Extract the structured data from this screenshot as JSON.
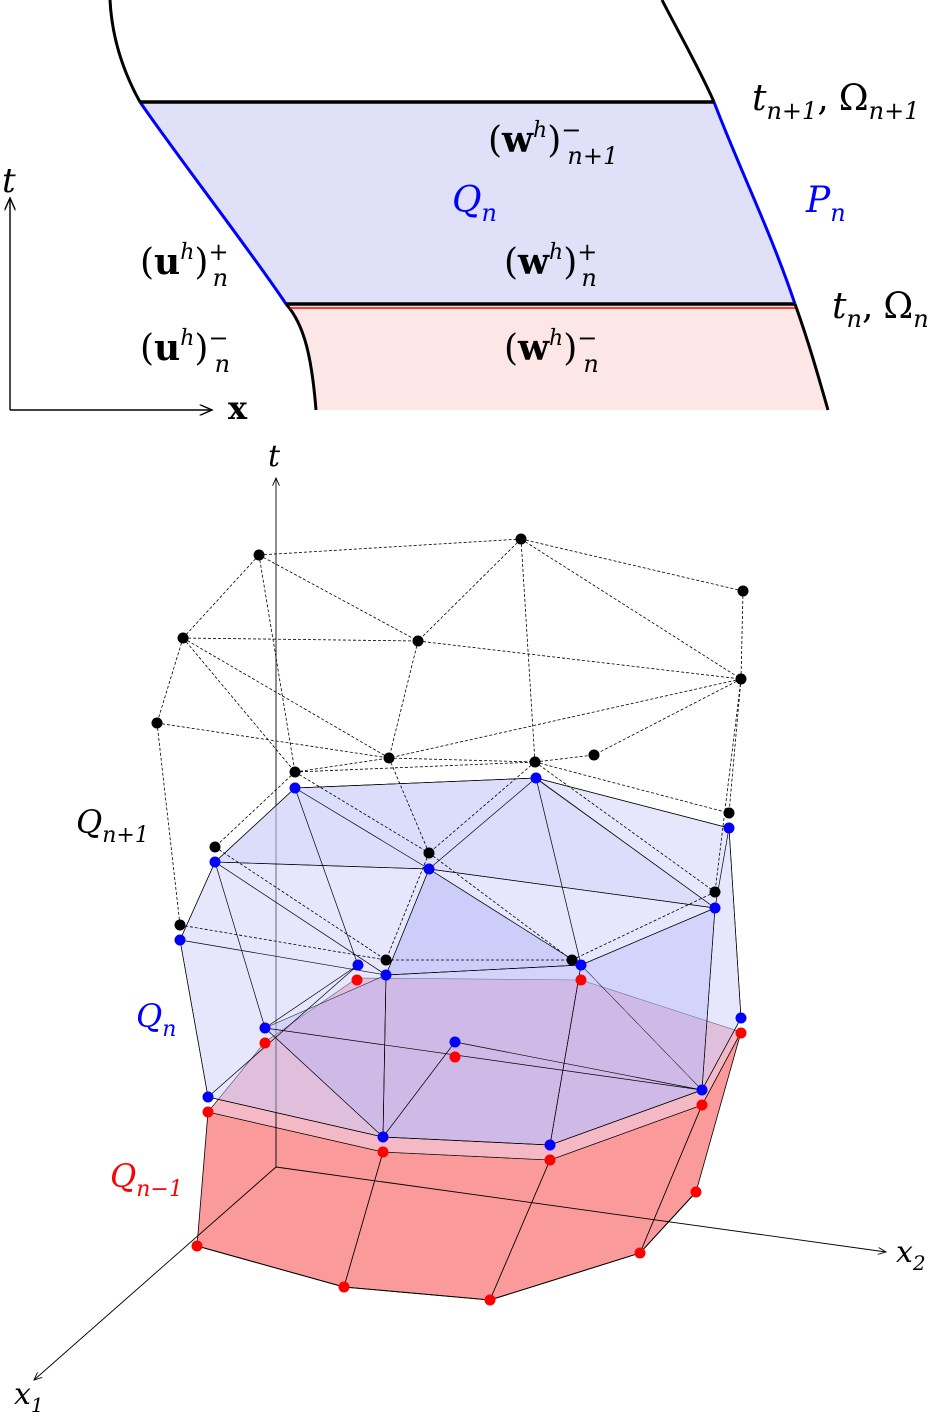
{
  "top_diagram": {
    "axis_t": "t",
    "axis_x": "x",
    "slab_label": "Q",
    "slab_sub": "n",
    "boundary_label": "P",
    "boundary_sub": "n",
    "level_upper": {
      "t": "t",
      "t_sub": "n+1",
      "sep": ",",
      "omega": "Ω",
      "omega_sub": "n+1"
    },
    "level_lower": {
      "t": "t",
      "t_sub": "n",
      "sep": ",",
      "omega": "Ω",
      "omega_sub": "n"
    },
    "w_top": {
      "open": "(",
      "sym": "w",
      "sup": "h",
      "close": ")",
      "sub": "n+1",
      "sign": "−"
    },
    "w_plus": {
      "open": "(",
      "sym": "w",
      "sup": "h",
      "close": ")",
      "sub": "n",
      "sign": "+"
    },
    "w_minus": {
      "open": "(",
      "sym": "w",
      "sup": "h",
      "close": ")",
      "sub": "n",
      "sign": "−"
    },
    "u_plus": {
      "open": "(",
      "sym": "u",
      "sup": "h",
      "close": ")",
      "sub": "n",
      "sign": "+"
    },
    "u_minus": {
      "open": "(",
      "sym": "u",
      "sup": "h",
      "close": ")",
      "sub": "n",
      "sign": "−"
    },
    "colors": {
      "upper_fill": "#e0e0f8",
      "lower_fill": "#fde6e6",
      "blue": "#0000ff",
      "red": "#ff0000",
      "black": "#000000"
    }
  },
  "bottom_diagram": {
    "axis_t": "t",
    "axis_x1": {
      "sym": "x",
      "sub": "1"
    },
    "axis_x2": {
      "sym": "x",
      "sub": "2"
    },
    "label_next": {
      "sym": "Q",
      "sub": "n+1"
    },
    "label_cur": {
      "sym": "Q",
      "sub": "n"
    },
    "label_prev": {
      "sym": "Q",
      "sub": "n−1"
    },
    "colors": {
      "next": "#000000",
      "cur": "#0000ff",
      "prev": "#ff0000",
      "cur_fill": "#c8c8f8",
      "prev_fill": "#fb9a9a"
    }
  }
}
